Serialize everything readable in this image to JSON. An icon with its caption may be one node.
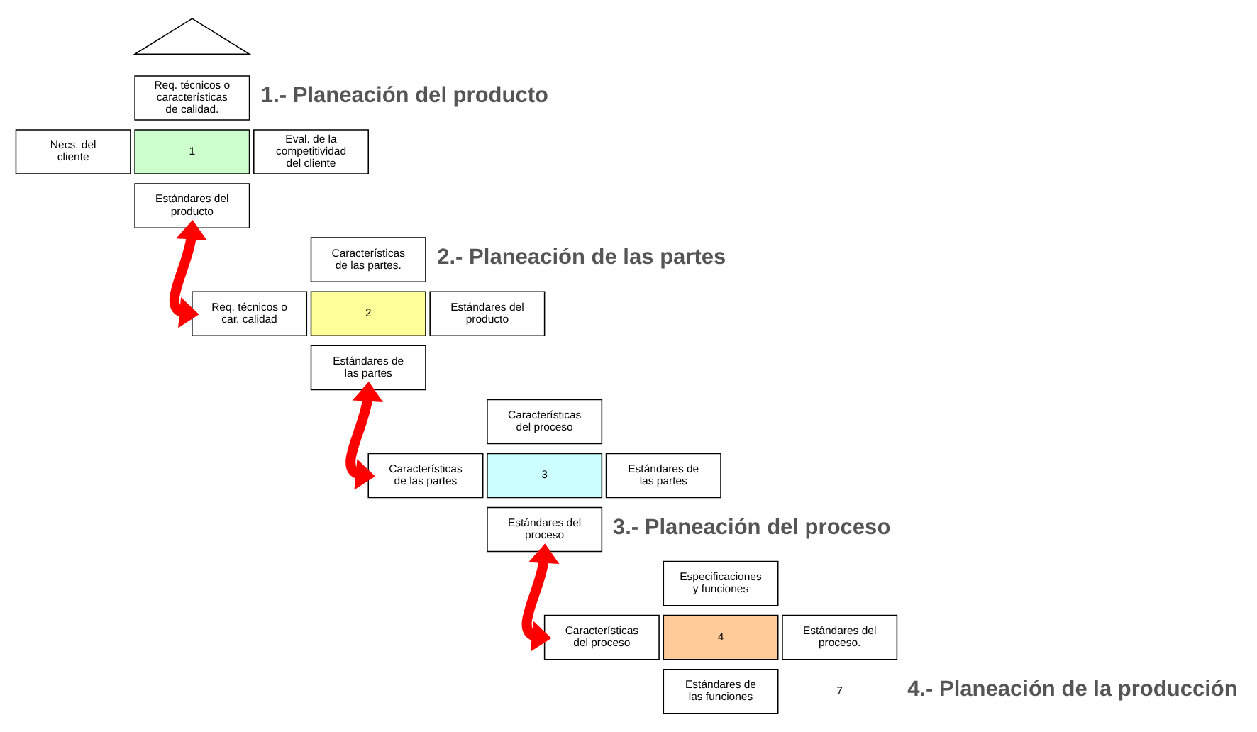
{
  "diagram": {
    "nodes": [
      {
        "text": [],
        "shape": "triangle"
      },
      {
        "text": [
          "Req. técnicos o características de calidad."
        ]
      },
      {
        "text": [
          "Necs. del cliente"
        ]
      },
      {
        "text": [
          "1"
        ]
      },
      {
        "text": [
          "Eval. de la competitividad del cliente"
        ]
      },
      {
        "text": [
          "Estándares del producto"
        ]
      },
      {
        "text": [
          "Características de las partes."
        ]
      },
      {
        "text": [
          "Req. técnicos o car. calidad"
        ]
      },
      {
        "text": [
          "2"
        ]
      },
      {
        "text": [
          "Estándares del producto"
        ]
      },
      {
        "text": [
          "Estándares de las partes"
        ]
      },
      {
        "text": [
          "Características del proceso"
        ]
      },
      {
        "text": [
          "Características de las partes"
        ]
      },
      {
        "text": [
          "3"
        ]
      },
      {
        "text": [
          "Estándares de las partes"
        ]
      },
      {
        "text": [
          "Estándares del proceso"
        ]
      },
      {
        "text": [
          "Especificaciones y funciones"
        ]
      },
      {
        "text": [
          "Características del proceso"
        ]
      },
      {
        "text": [
          "4"
        ]
      },
      {
        "text": [
          "Estándares del proceso."
        ]
      },
      {
        "text": [
          "Estándares de las funciones"
        ]
      }
    ],
    "edges": [
      {
        "from": 5,
        "to": 7,
        "arrow": "both",
        "color": "#ff0000"
      },
      {
        "from": 10,
        "to": 12,
        "arrow": "both",
        "color": "#ff0000"
      },
      {
        "from": 15,
        "to": 17,
        "arrow": "both",
        "color": "#ff0000"
      }
    ],
    "labels": [
      "1.- Planeación del producto",
      "2.- Planeación de las partes",
      "3.- Planeación del proceso",
      "4.- Planeación de la producción",
      "7"
    ]
  }
}
